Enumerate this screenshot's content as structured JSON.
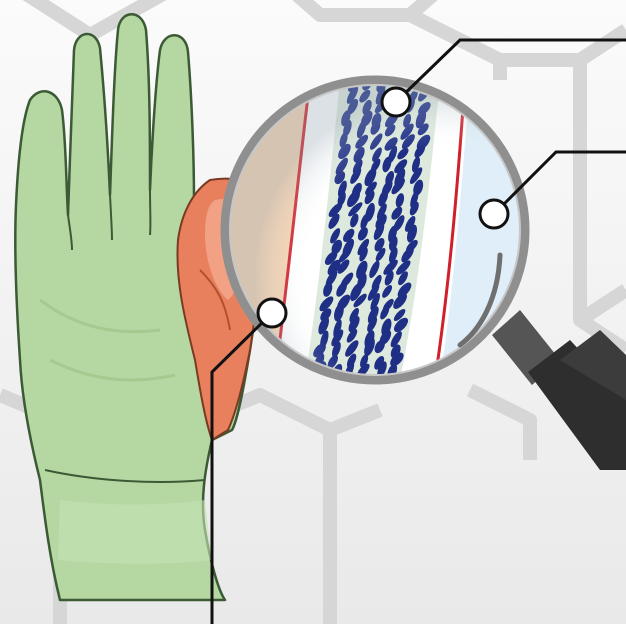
{
  "figure": {
    "subject": "hand-with-magnified-vessel",
    "callouts": [
      {
        "id": "callout-blood-cells",
        "label": ""
      },
      {
        "id": "callout-outer-layer",
        "label": ""
      },
      {
        "id": "callout-vessel-wall",
        "label": ""
      }
    ]
  },
  "colors": {
    "background": "#f2f2f2",
    "hex_grid": "#d4d4d4",
    "hand_fill": "#b5d8a2",
    "hand_outline": "#3c5a35",
    "inflamed_fill": "#e8805e",
    "inflamed_highlight": "#f4a98d",
    "tissue_peach": "#f7d3b0",
    "vessel_lumen": "#dde9dd",
    "vessel_wall": "#d0202a",
    "blood_cells": "#1f2f85",
    "outer_blue": "#dfeef9",
    "lens_rim": "#8f8f8f",
    "handle": "#2e2e2e",
    "leader_line": "#111111"
  },
  "icons": [
    "magnifier-icon",
    "hand-icon"
  ]
}
